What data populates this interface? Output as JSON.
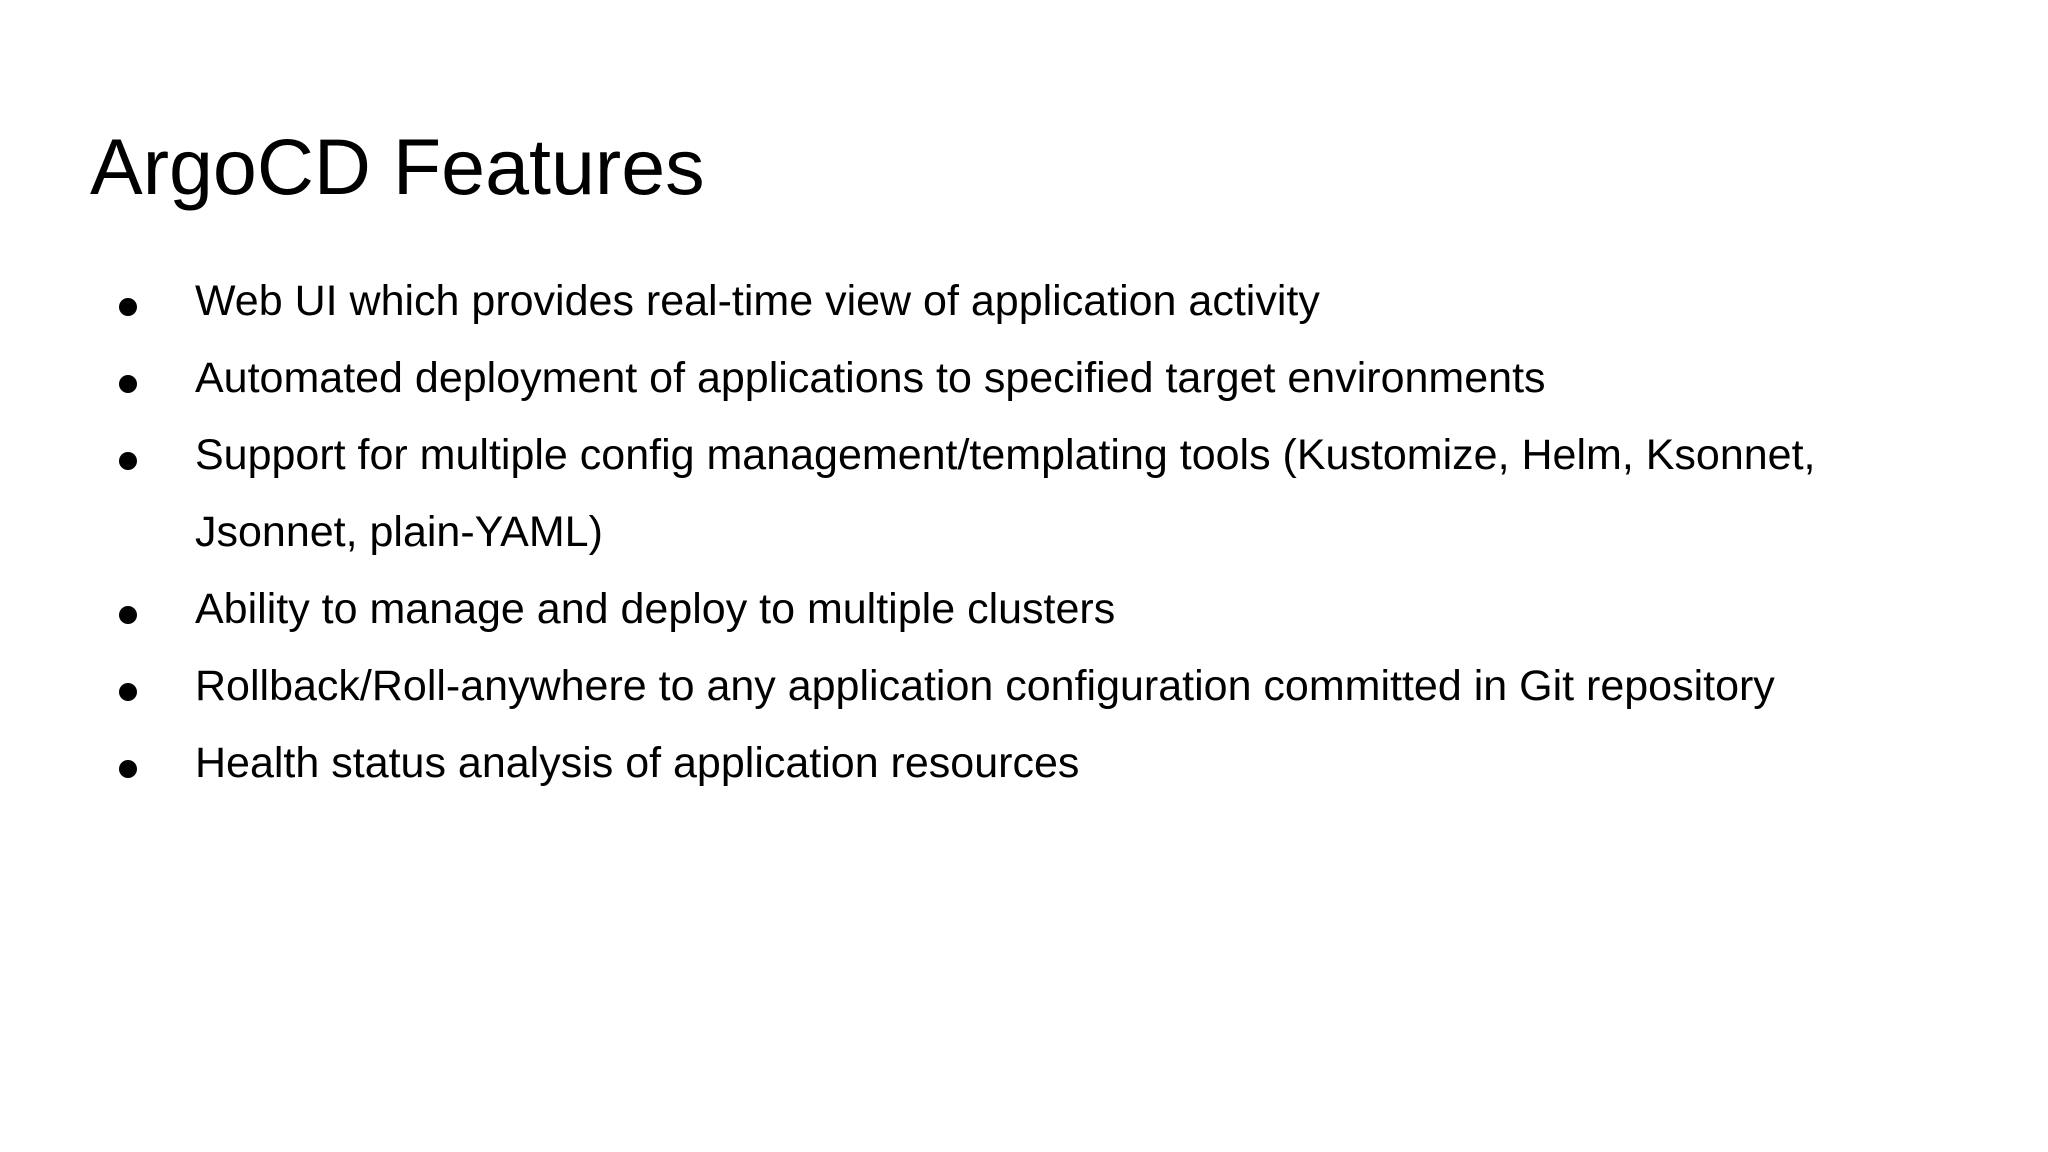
{
  "slide": {
    "title": "ArgoCD Features",
    "background_color": "#ffffff",
    "text_color": "#000000",
    "bullet_marker": "filled-circle",
    "bullets": [
      {
        "lines": [
          "Web UI which provides real-time view of application activity"
        ]
      },
      {
        "lines": [
          "Automated deployment of applications to specified target environments"
        ]
      },
      {
        "lines": [
          "Support for multiple config management/templating tools (Kustomize, Helm, Ksonnet,",
          "Jsonnet, plain-YAML)"
        ]
      },
      {
        "lines": [
          "Ability to manage and deploy to multiple clusters"
        ]
      },
      {
        "lines": [
          "Rollback/Roll-anywhere to any application configuration committed in Git repository"
        ]
      },
      {
        "lines": [
          "Health status analysis of application resources"
        ]
      }
    ]
  }
}
